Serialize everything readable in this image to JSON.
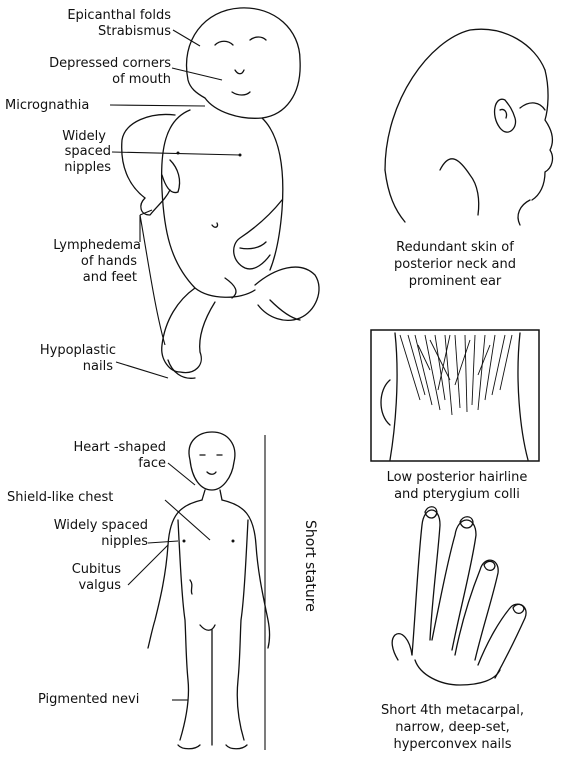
{
  "infant_labels": {
    "epicanthal": "Epicanthal folds",
    "strabismus": "Strabismus",
    "depressed_1": "Depressed corners",
    "depressed_2": "of mouth",
    "micrognathia": "Micrognathia",
    "nipples_1": "Widely",
    "nipples_2": "spaced",
    "nipples_3": "nipples",
    "lymph_1": "Lymphedema",
    "lymph_2": "of hands",
    "lymph_3": "and feet",
    "nails_1": "Hypoplastic",
    "nails_2": "nails"
  },
  "child_labels": {
    "heart_1": "Heart -shaped",
    "heart_2": "face",
    "shield": "Shield-like chest",
    "nipples_1": "Widely spaced",
    "nipples_2": "nipples",
    "cubitus_1": "Cubitus",
    "cubitus_2": "valgus",
    "nevi": "Pigmented nevi",
    "stature": "Short stature"
  },
  "panels": {
    "neck_1": "Redundant skin of",
    "neck_2": "posterior neck and",
    "neck_3": "prominent ear",
    "hair_1": "Low posterior hairline",
    "hair_2": "and pterygium colli",
    "hand_1": "Short 4th metacarpal,",
    "hand_2": "narrow, deep-set,",
    "hand_3": "hyperconvex nails"
  }
}
